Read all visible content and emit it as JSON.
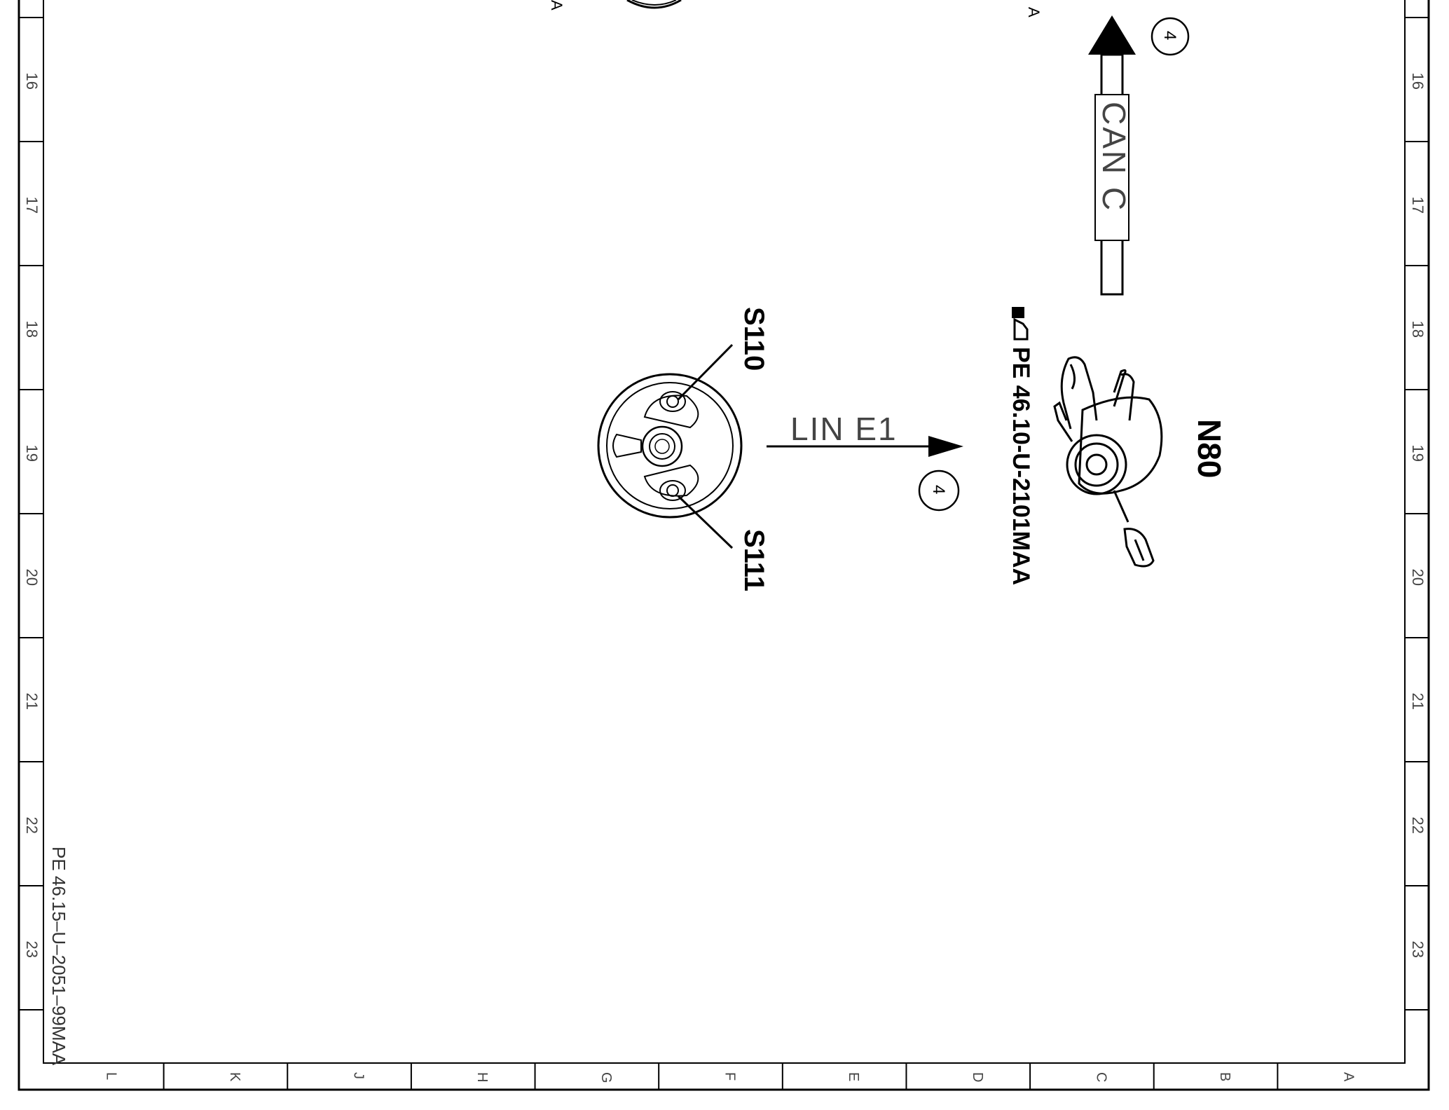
{
  "frame": {
    "row_labels": [
      "16",
      "17",
      "18",
      "19",
      "20",
      "21",
      "22",
      "23"
    ],
    "column_labels": [
      "L",
      "K",
      "J",
      "H",
      "G",
      "F",
      "E",
      "D",
      "C",
      "B",
      "A"
    ]
  },
  "drawing_number": "PE 46.15–U–2051–99MAA",
  "top_partial_labels": [
    "A",
    "A"
  ],
  "can_bus": {
    "label": "CAN C",
    "callout": "4"
  },
  "lin_bus": {
    "label": "LIN E1",
    "callout": "4"
  },
  "components": {
    "steering_wheel_switch_left": "S110",
    "steering_wheel_switch_right": "S111",
    "combination_switch": "N80"
  },
  "reference": {
    "text": "PE 46.10-U-2101MAA"
  }
}
